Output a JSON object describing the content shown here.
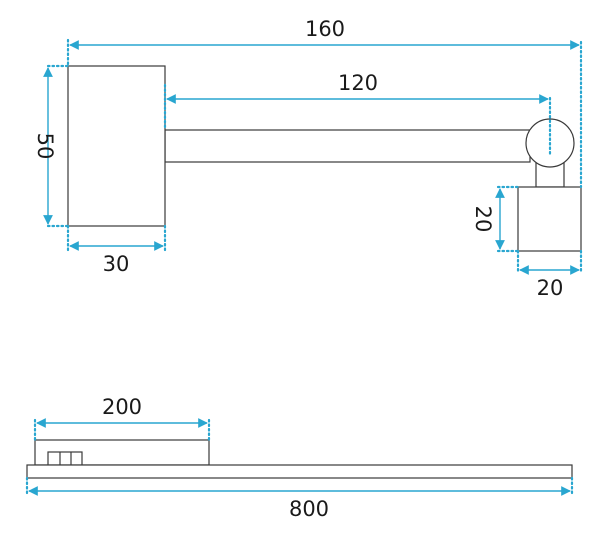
{
  "colors": {
    "dimension": "#29a6d0",
    "outline": "#3a3a3a",
    "background": "#ffffff"
  },
  "top_view": {
    "dimensions": {
      "overall_length": "160",
      "arm_length": "120",
      "base_height": "50",
      "base_width": "30",
      "head_height": "20",
      "head_width": "20"
    }
  },
  "side_view": {
    "dimensions": {
      "base_length": "200",
      "overall_length": "800"
    }
  }
}
